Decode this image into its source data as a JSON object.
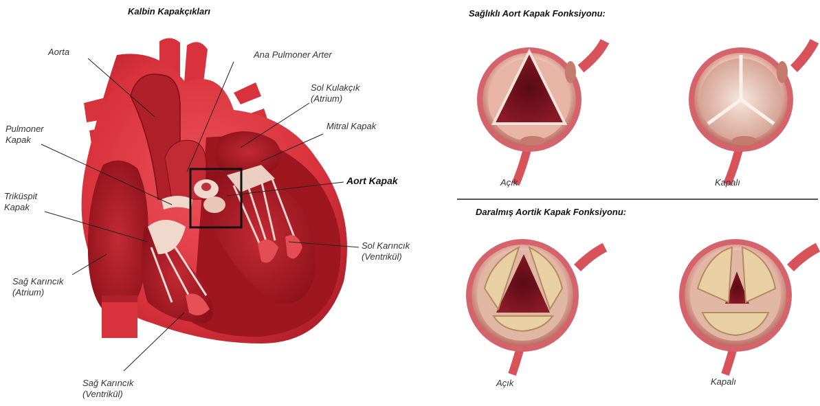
{
  "heart_diagram": {
    "title": "Kalbin Kapakçıkları",
    "labels": {
      "aorta": "Aorta",
      "pulmonary_artery": "Ana Pulmoner Arter",
      "left_atrium": "Sol Kulakçık\n(Atrium)",
      "mitral_valve": "Mitral Kapak",
      "pulmonary_valve": "Pulmoner\nKapak",
      "aortic_valve": "Aort Kapak",
      "tricuspid_valve": "Triküspit\nKapak",
      "left_ventricle": "Sol Karıncık\n(Ventrikül)",
      "right_atrium": "Sağ Karıncık\n(Atrium)",
      "right_ventricle": "Sağ Karıncık\n(Ventrikül)"
    }
  },
  "healthy_valve": {
    "title": "Sağlıklı Aort Kapak Fonksiyonu:",
    "open_label": "Açık",
    "closed_label": "Kapalı"
  },
  "stenotic_valve": {
    "title": "Daralmış Aortik Kapak Fonksiyonu:",
    "open_label": "Açık",
    "closed_label": "Kapalı"
  },
  "colors": {
    "heart_red": "#d8323c",
    "heart_dark": "#9e1620",
    "chamber": "#b8222c",
    "valve_tissue": "#f0d8cc",
    "valve_rim": "#c98878",
    "calcium": "#e8cfa4"
  }
}
